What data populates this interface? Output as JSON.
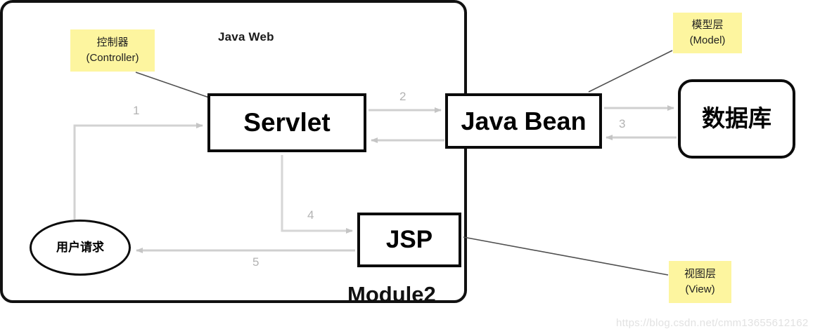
{
  "diagram": {
    "container": {
      "title": "Java Web",
      "footer_label": "Module2"
    },
    "nodes": {
      "servlet": "Servlet",
      "java_bean": "Java Bean",
      "jsp": "JSP",
      "database": "数据库",
      "user_request": "用户请求"
    },
    "annotations": [
      {
        "name": "controller",
        "line1": "控制器",
        "line2": "(Controller)",
        "target": "servlet"
      },
      {
        "name": "model",
        "line1": "模型层",
        "line2": "(Model)",
        "target": "java_bean"
      },
      {
        "name": "view",
        "line1": "视图层",
        "line2": "(View)",
        "target": "jsp"
      }
    ],
    "edges": [
      {
        "label": "1",
        "from": "user_request",
        "to": "servlet"
      },
      {
        "label": "2",
        "from": "servlet",
        "to": "java_bean"
      },
      {
        "label": "3",
        "from": "java_bean",
        "to": "database"
      },
      {
        "label": "4",
        "from": "servlet",
        "to": "jsp"
      },
      {
        "label": "5",
        "from": "jsp",
        "to": "user_request"
      }
    ],
    "watermark": "https://blog.csdn.net/cmm13655612162",
    "colors": {
      "annotation_background": "#fdf59f",
      "node_border": "#0b0b0b",
      "edge_arrow": "#c9c9c9",
      "leader_line": "#555555",
      "watermark_text": "#e2e2e2",
      "edge_label_text": "#b3b3b3",
      "canvas_background": "#ffffff"
    }
  }
}
